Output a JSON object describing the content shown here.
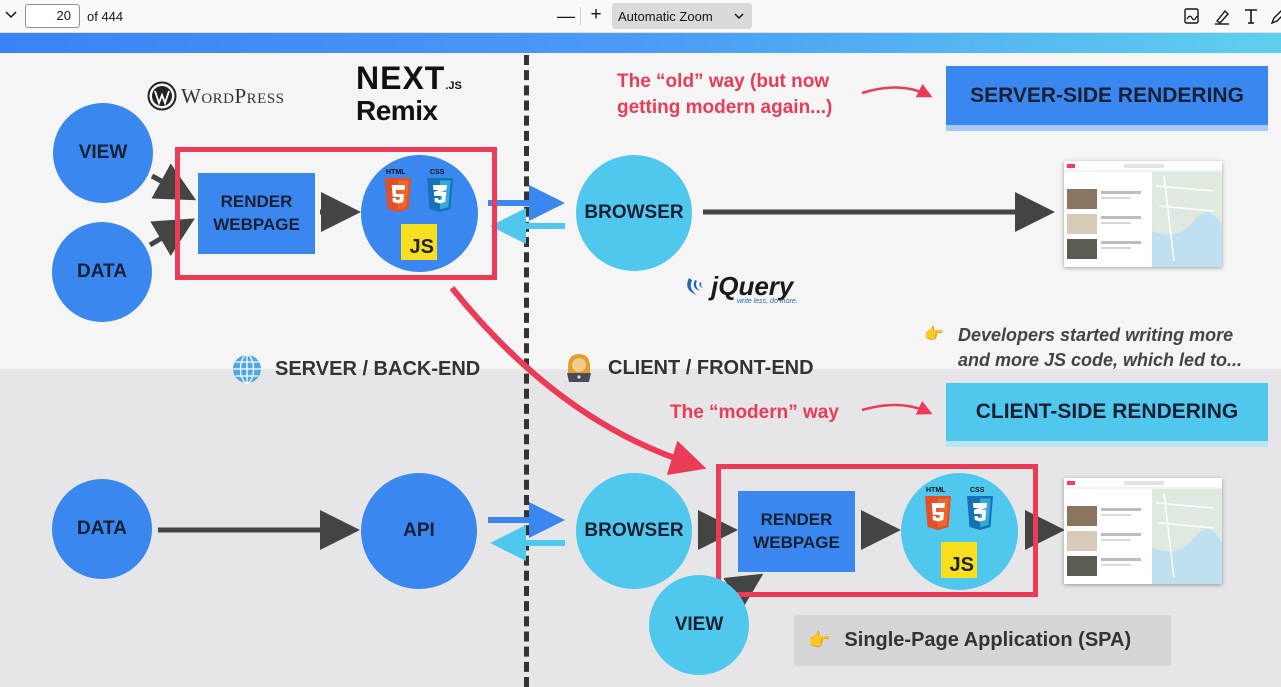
{
  "toolbar": {
    "page_number": "20",
    "page_total": "of 444",
    "zoom_minus": "—",
    "zoom_plus": "+",
    "zoom_value": "Automatic Zoom"
  },
  "diagram": {
    "logos": {
      "wordpress": "WordPress",
      "next": "NEXT",
      "next_suffix": ".JS",
      "remix": "Remix",
      "jquery": "jQuery",
      "jquery_tagline": "write less, do more."
    },
    "top": {
      "view": "VIEW",
      "data": "DATA",
      "render_webpage": "RENDER WEBPAGE",
      "browser": "BROWSER",
      "old_way": "The “old” way (but now getting modern again...)",
      "ssr_banner": "SERVER-SIDE RENDERING",
      "developers_note": "Developers started writing more and more JS code, which led to..."
    },
    "labels": {
      "server": "SERVER / BACK-END",
      "client": "CLIENT / FRONT-END"
    },
    "bottom": {
      "data": "DATA",
      "api": "API",
      "browser": "BROWSER",
      "render_webpage": "RENDER WEBPAGE",
      "view": "VIEW",
      "modern_way": "The “modern” way",
      "csr_banner": "CLIENT-SIDE RENDERING",
      "spa": "Single-Page Application (SPA)"
    },
    "tech_badges": {
      "html": "HTML",
      "css": "CSS",
      "js": "JS"
    }
  },
  "colors": {
    "blue": "#3b87f0",
    "cyan": "#50c8ee",
    "red": "#ec3b57",
    "dark_text": "#1a2033"
  }
}
